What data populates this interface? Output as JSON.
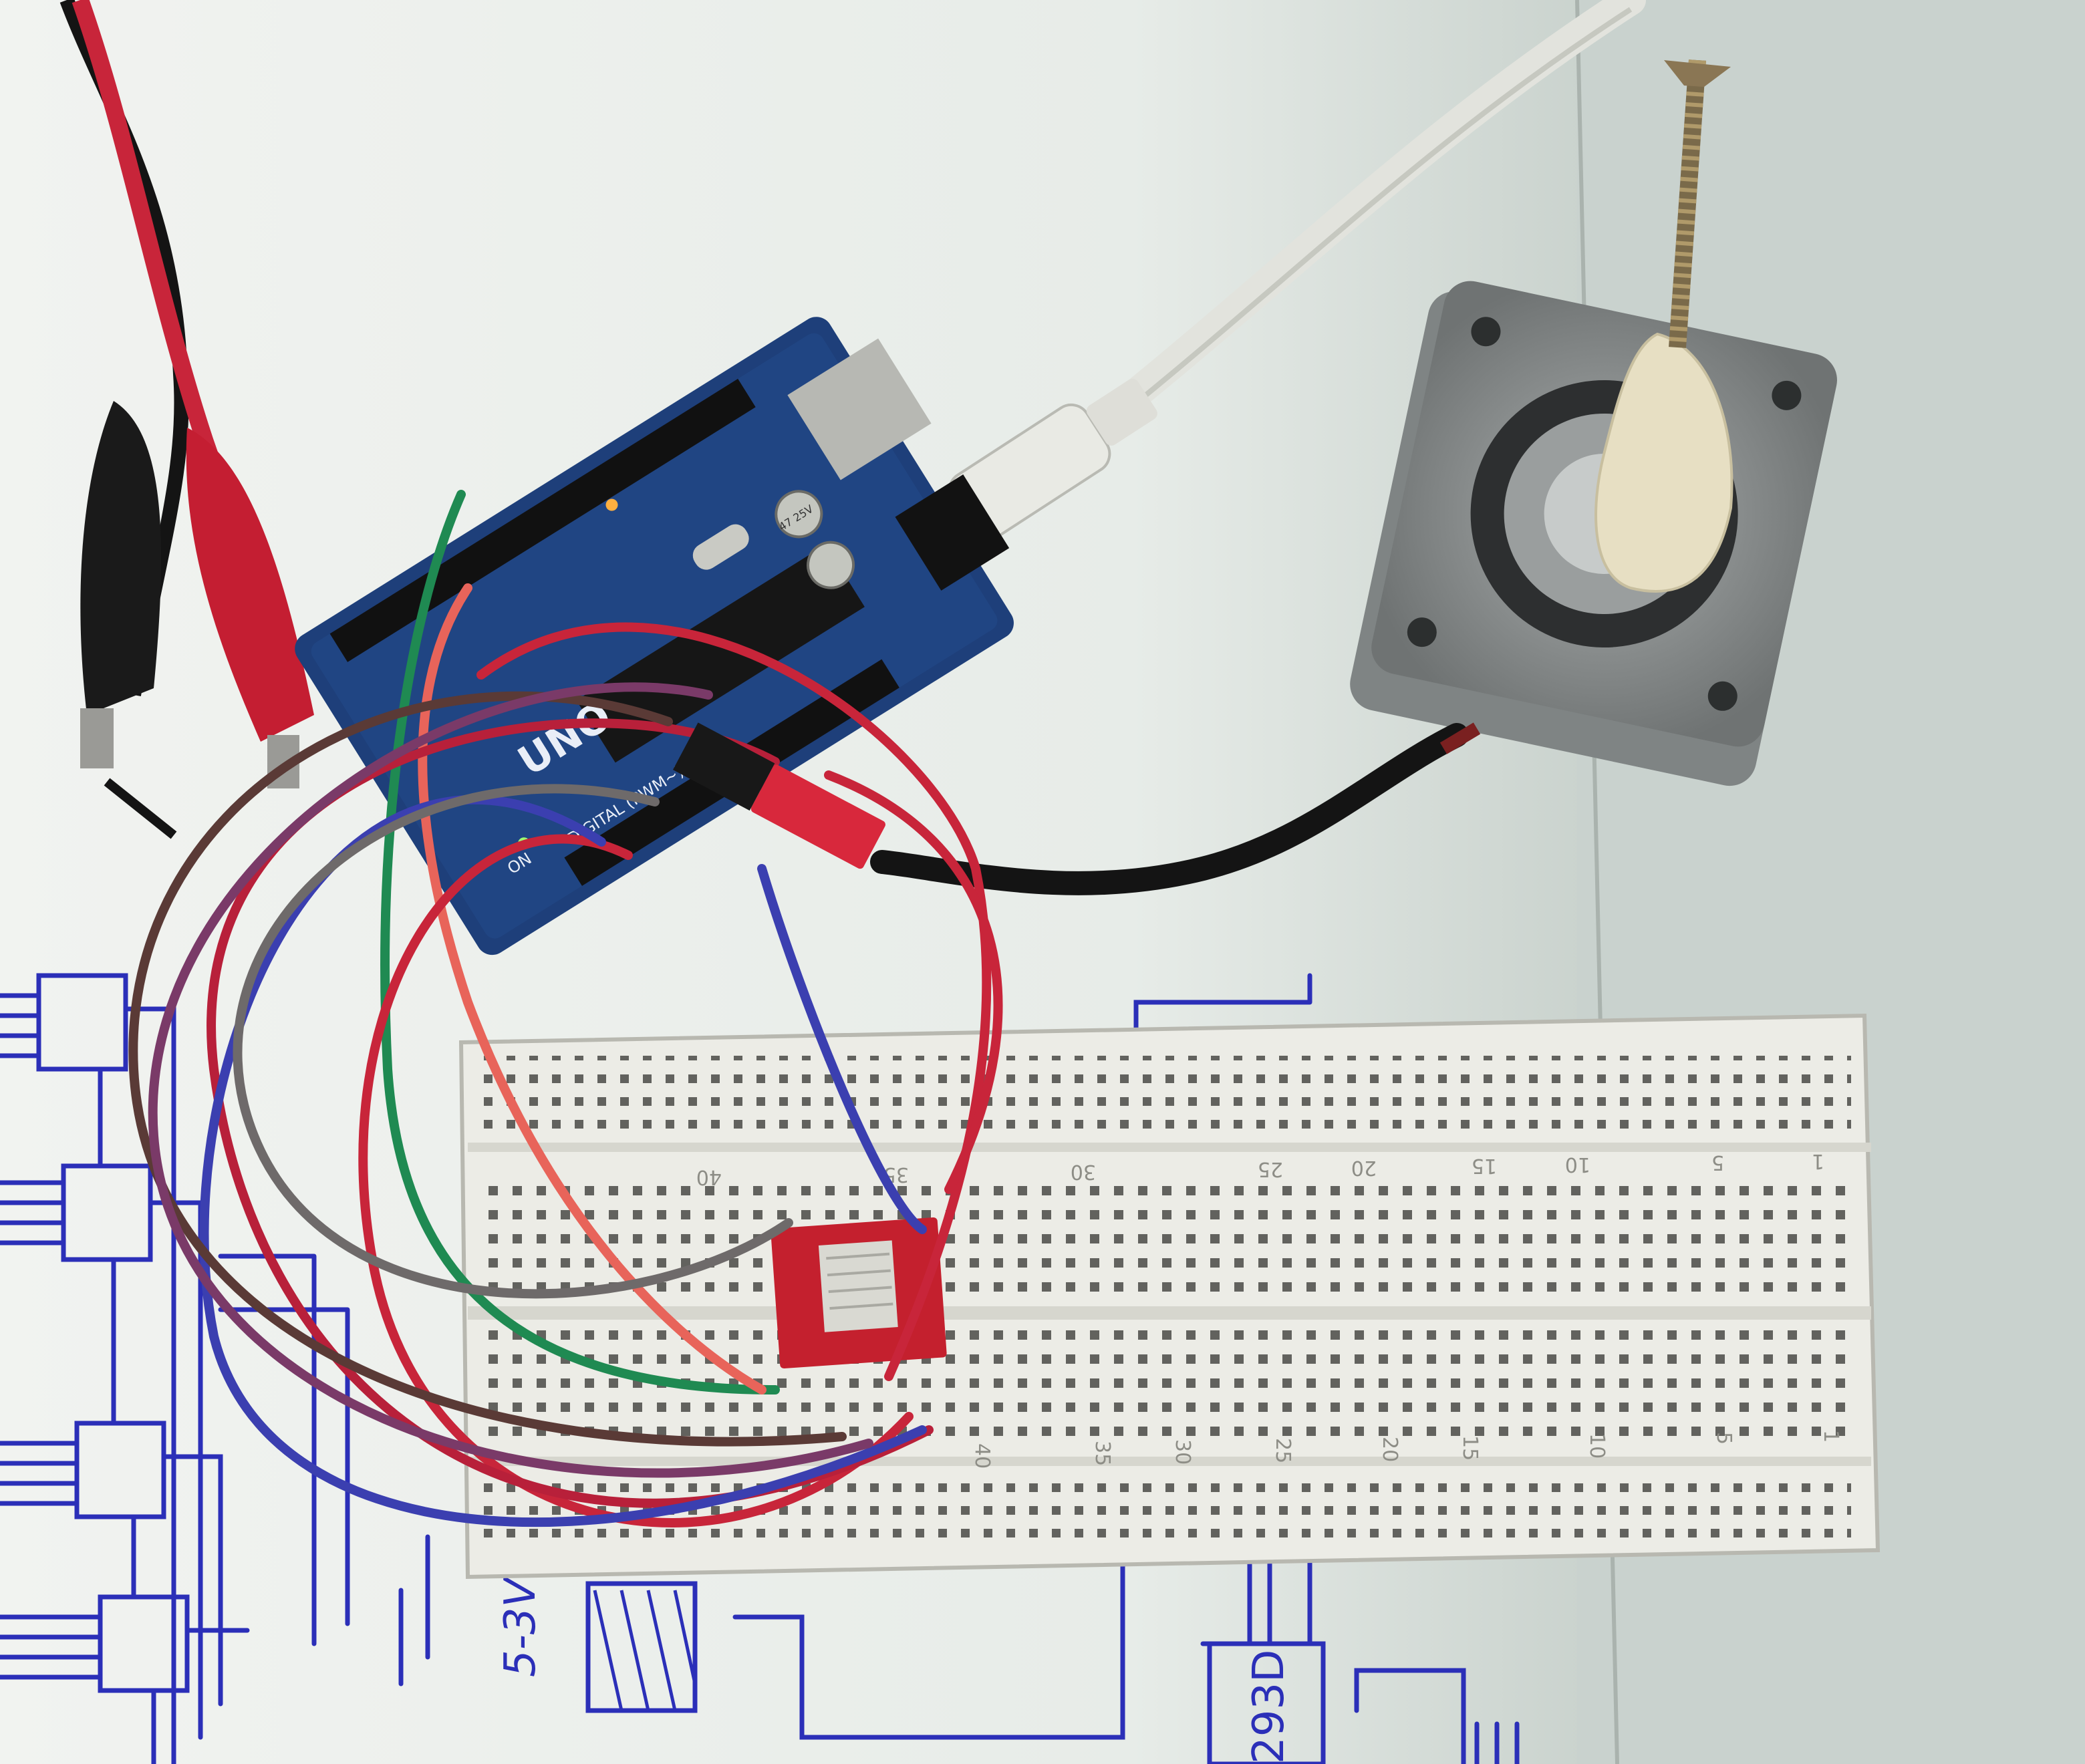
{
  "board": {
    "name": "UNO",
    "brand": "",
    "on_label": "ON",
    "digital_label": "DIGITAL (PWM~)",
    "cap_label": "47 25V",
    "color": "#1e3f7a"
  },
  "breadboard": {
    "column_numbers_top": [
      "40",
      "35",
      "30",
      "25",
      "20",
      "15",
      "10",
      "5",
      "1"
    ],
    "column_numbers_bottom": [
      "40",
      "35",
      "30",
      "25",
      "20",
      "15",
      "10",
      "5",
      "1"
    ]
  },
  "sketch": {
    "voltage_label": "5-3V",
    "chip_label": "293D"
  },
  "colors": {
    "paper": "#eef2ef",
    "wire_red": "#c8253a",
    "wire_black": "#141414",
    "wire_green": "#1f8a52",
    "wire_blue": "#3b3fb0",
    "wire_brown": "#5a3a36",
    "wire_gray": "#6e6a6a",
    "wire_salmon": "#e8645a",
    "wire_purple": "#7a3a68",
    "usb_cable": "#e2e3dd",
    "motor_metal": "#8d9192",
    "pen_ink": "#2b2fb8",
    "driver_red": "#c4202e"
  }
}
